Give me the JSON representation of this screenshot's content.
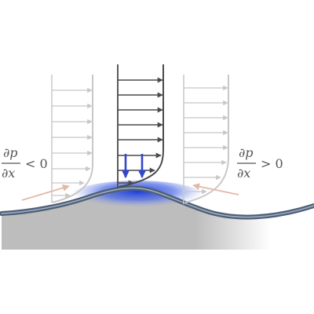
{
  "equations": {
    "left": {
      "numerator": "∂p",
      "denominator": "∂x",
      "relation": "< 0"
    },
    "right": {
      "numerator": "∂p",
      "denominator": "∂x",
      "relation": "> 0"
    }
  },
  "colors": {
    "profile_faded": "#c8c8c8",
    "profile_dark": "#4a4a4a",
    "surface_shade": "#bdbdbd",
    "surface_edge": "#4f5f75",
    "bump_highlight": "#1e3fd8",
    "normal_arrow": "#3347c7",
    "flow_arrow_faded": "#e3b8a8"
  },
  "icons": {
    "velocity_arrow": "arrow-right-icon",
    "suction_arrow": "arrow-down-icon"
  }
}
